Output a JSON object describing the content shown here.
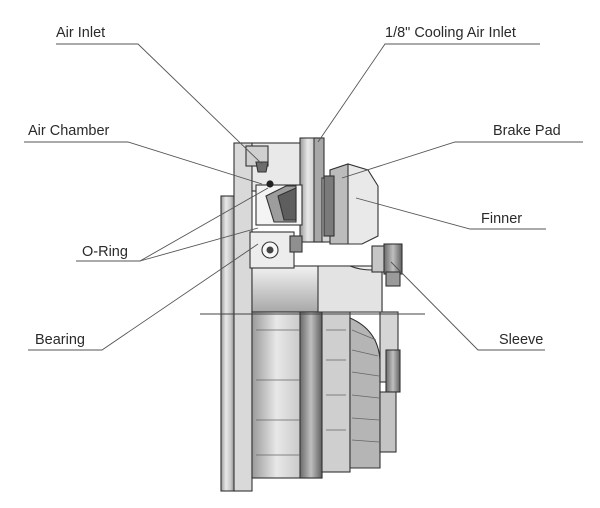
{
  "labels": {
    "air_inlet": "Air Inlet",
    "cooling_air_inlet": "1/8\" Cooling Air Inlet",
    "air_chamber": "Air Chamber",
    "brake_pad": "Brake Pad",
    "finner": "Finner",
    "o_ring": "O-Ring",
    "bearing": "Bearing",
    "sleeve": "Sleeve"
  },
  "colors": {
    "line": "#555555",
    "outline": "#333333",
    "light_face": "#e6e6e6",
    "mid_face": "#bdbdbd",
    "dark_face": "#8e8e8e",
    "shadow": "#5a5a5a"
  }
}
